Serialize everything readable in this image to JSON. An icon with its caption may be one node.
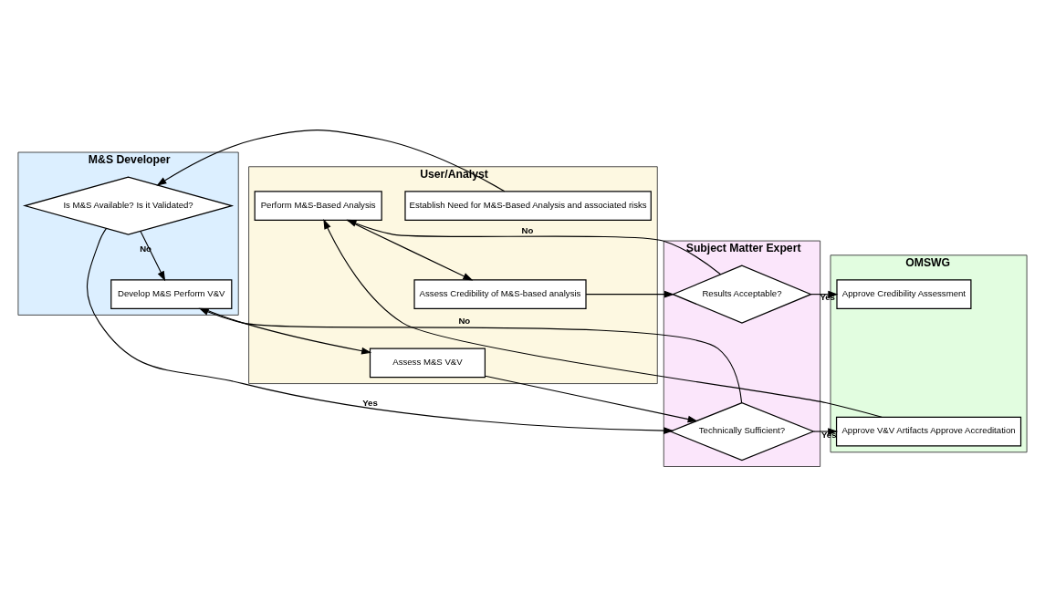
{
  "diagram": {
    "nodes": [
      {
        "text": [
          "User/Analyst"
        ]
      },
      {
        "text": [
          "M&S Developer"
        ]
      },
      {
        "text": [
          "Subject Matter Expert"
        ]
      },
      {
        "text": [
          "OMSWG"
        ]
      },
      {
        "text": [
          "Establish Need for M&S-Based Analysis and associated risks"
        ],
        "in": 0
      },
      {
        "text": [
          "Is M&S Available? Is it Validated?"
        ],
        "in": 1
      },
      {
        "text": [
          "Develop M&S Perform V&V"
        ],
        "in": 1
      },
      {
        "text": [
          "Technically Sufficient?"
        ],
        "in": 2
      },
      {
        "text": [
          "Approve V&V Artifacts Approve Accreditation"
        ],
        "in": 3
      },
      {
        "text": [
          "Assess M&S V&V"
        ],
        "in": 0
      },
      {
        "text": [
          "Perform M&S-Based Analysis"
        ],
        "in": 0
      },
      {
        "text": [
          "Assess Credibility of M&S-based analysis"
        ],
        "in": 0
      },
      {
        "text": [
          "Results Acceptable?"
        ],
        "in": 2
      },
      {
        "text": [
          "Approve Credibility Assessment"
        ],
        "in": 3
      }
    ],
    "edges": [
      {
        "from": 4,
        "to": 5,
        "arrow": "to"
      },
      {
        "from": 5,
        "to": 7,
        "arrow": "to",
        "label": "Yes"
      },
      {
        "from": 5,
        "to": 6,
        "arrow": "to",
        "label": "No"
      },
      {
        "from": 6,
        "to": 9,
        "arrow": "to"
      },
      {
        "from": 7,
        "to": 6,
        "arrow": "to",
        "label": "No"
      },
      {
        "from": 7,
        "to": 8,
        "arrow": "to",
        "label": "Yes"
      },
      {
        "from": 9,
        "to": 7,
        "arrow": "to"
      },
      {
        "from": 8,
        "to": 10,
        "arrow": "to"
      },
      {
        "from": 12,
        "to": 10,
        "arrow": "to",
        "label": "No"
      },
      {
        "from": 10,
        "to": 11,
        "arrow": "to"
      },
      {
        "from": 11,
        "to": 12,
        "arrow": "to"
      },
      {
        "from": 12,
        "to": 13,
        "arrow": "to",
        "label": "Yes"
      }
    ]
  }
}
